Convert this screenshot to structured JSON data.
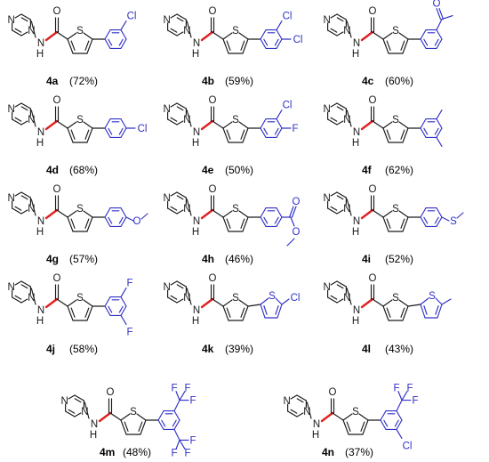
{
  "colors": {
    "bond": "#1a1a1a",
    "substituent": "#3030c8",
    "amide_bond": "#e02020"
  },
  "compounds": [
    {
      "id": "4a",
      "yield": "(72%)",
      "substituent": [
        "Cl"
      ]
    },
    {
      "id": "4b",
      "yield": "(59%)",
      "substituent": [
        "Cl",
        "Cl"
      ]
    },
    {
      "id": "4c",
      "yield": "(60%)",
      "substituent": [
        "O"
      ]
    },
    {
      "id": "4d",
      "yield": "(68%)",
      "substituent": [
        "Cl"
      ]
    },
    {
      "id": "4e",
      "yield": "(50%)",
      "substituent": [
        "Cl",
        "F"
      ]
    },
    {
      "id": "4f",
      "yield": "(62%)",
      "substituent": []
    },
    {
      "id": "4g",
      "yield": "(57%)",
      "substituent": [
        "O"
      ]
    },
    {
      "id": "4h",
      "yield": "(46%)",
      "substituent": [
        "O",
        "O"
      ]
    },
    {
      "id": "4i",
      "yield": "(52%)",
      "substituent": [
        "S"
      ]
    },
    {
      "id": "4j",
      "yield": "(58%)",
      "substituent": [
        "F",
        "F"
      ]
    },
    {
      "id": "4k",
      "yield": "(39%)",
      "substituent": [
        "S",
        "Cl"
      ]
    },
    {
      "id": "4l",
      "yield": "(43%)",
      "substituent": [
        "S"
      ]
    },
    {
      "id": "4m",
      "yield": "(48%)",
      "substituent": [
        "F",
        "F",
        "F",
        "F",
        "F",
        "F"
      ]
    },
    {
      "id": "4n",
      "yield": "(37%)",
      "substituent": [
        "F",
        "F",
        "F",
        "Cl"
      ]
    }
  ],
  "core_atoms": {
    "n": "N",
    "h": "H",
    "o": "O",
    "s": "S"
  }
}
